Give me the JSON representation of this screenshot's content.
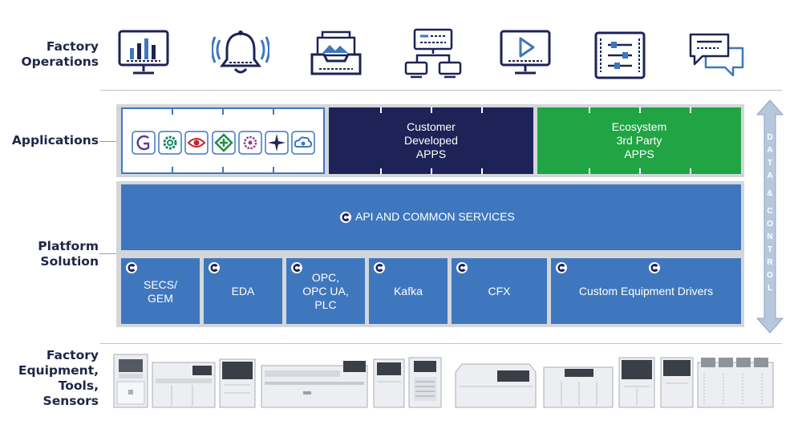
{
  "rows": {
    "factory_operations": "Factory\nOperations",
    "applications": "Applications",
    "platform_solution": "Platform\nSolution",
    "factory_equipment": "Factory\nEquipment,\nTools,\nSensors"
  },
  "operations_icons": [
    "dashboard-monitor-icon",
    "alarm-bell-icon",
    "image-archive-tray-icon",
    "network-computers-icon",
    "video-play-monitor-icon",
    "control-panel-sliders-icon",
    "chat-bubbles-icon"
  ],
  "applications": {
    "suite_icons": [
      "circular-c-logo-icon",
      "gear-icon",
      "eye-icon",
      "diamond-logo-icon",
      "puzzle-gear-icon",
      "compass-star-icon",
      "cloud-gear-icon"
    ],
    "customer": "Customer\nDeveloped\nAPPS",
    "ecosystem": "Ecosystem\n3rd Party\nAPPS"
  },
  "platform": {
    "api": "API AND COMMON SERVICES",
    "modules": [
      "SECS/\nGEM",
      "EDA",
      "OPC,\nOPC UA,\nPLC",
      "Kafka",
      "CFX",
      "Custom Equipment Drivers"
    ]
  },
  "data_control": [
    "D",
    "A",
    "T",
    "A",
    "&",
    "C",
    "O",
    "N",
    "T",
    "R",
    "O",
    "L"
  ],
  "equipment_icons": [
    "machine-tool-icon",
    "wide-machine-icon",
    "kiosk-machine-icon",
    "long-conveyor-machine-icon",
    "tall-machine-icon",
    "vent-machine-icon",
    "oven-machine-icon",
    "cabinet-machine-icon",
    "rack-machine-icon",
    "tall-screen-machine-icon",
    "multi-bay-machine-icon"
  ],
  "colors": {
    "label": "#1f2547",
    "navy": "#1d2356",
    "blue": "#3f77be",
    "green": "#21a444",
    "frame": "#d3d6db",
    "icon_stroke": "#1d2356",
    "icon_accent": "#3f77be"
  }
}
